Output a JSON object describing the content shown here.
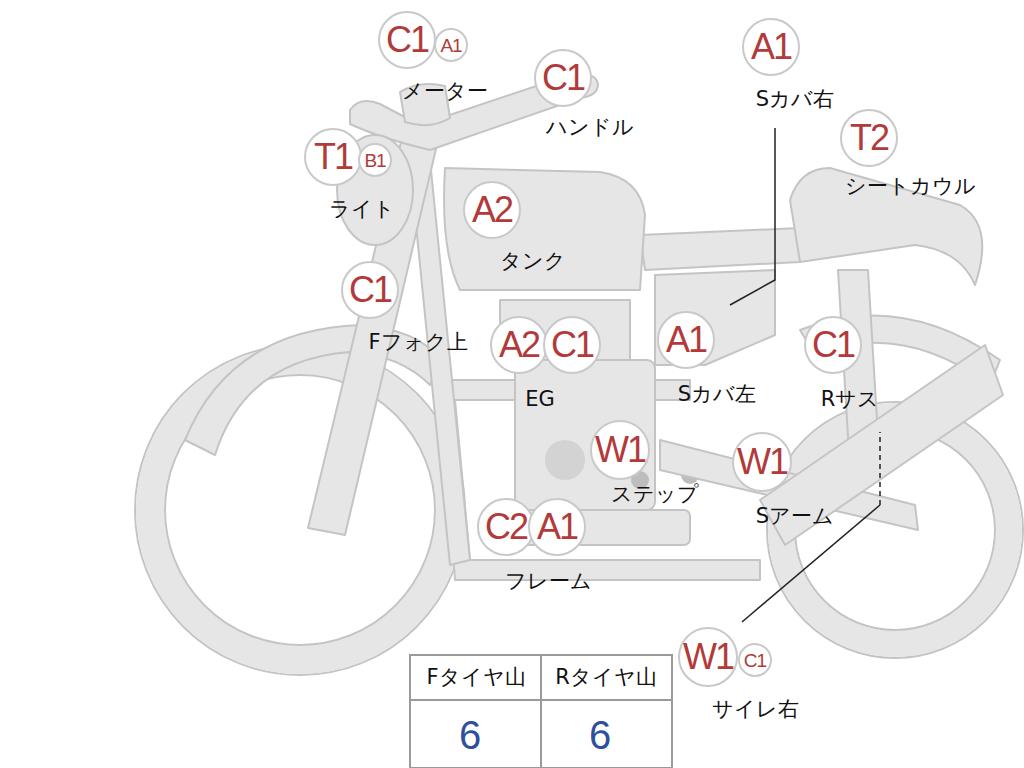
{
  "diagram": {
    "nodes": [
      {
        "text": [
          "C1"
        ]
      },
      {
        "text": [
          "A1"
        ]
      },
      {
        "text": [
          "C1"
        ]
      },
      {
        "text": [
          "A1"
        ]
      },
      {
        "text": [
          "T1"
        ]
      },
      {
        "text": [
          "B1"
        ]
      },
      {
        "text": [
          "T2"
        ]
      },
      {
        "text": [
          "A2"
        ]
      },
      {
        "text": [
          "C1"
        ]
      },
      {
        "text": [
          "A2"
        ]
      },
      {
        "text": [
          "C1"
        ]
      },
      {
        "text": [
          "A1"
        ]
      },
      {
        "text": [
          "C1"
        ]
      },
      {
        "text": [
          "W1"
        ]
      },
      {
        "text": [
          "W1"
        ]
      },
      {
        "text": [
          "C2"
        ]
      },
      {
        "text": [
          "A1"
        ]
      },
      {
        "text": [
          "W1"
        ]
      },
      {
        "text": [
          "C1"
        ]
      }
    ],
    "labels": [
      "メーター",
      "ハンドル",
      "Sカバ右",
      "ライト",
      "シートカウル",
      "タンク",
      "Fフォク上",
      "EG",
      "Sカバ左",
      "Rサス",
      "ステップ",
      "Sアーム",
      "フレーム",
      "サイレ右",
      "Fタイヤ山",
      "Rタイヤ山",
      "6",
      "6"
    ]
  }
}
